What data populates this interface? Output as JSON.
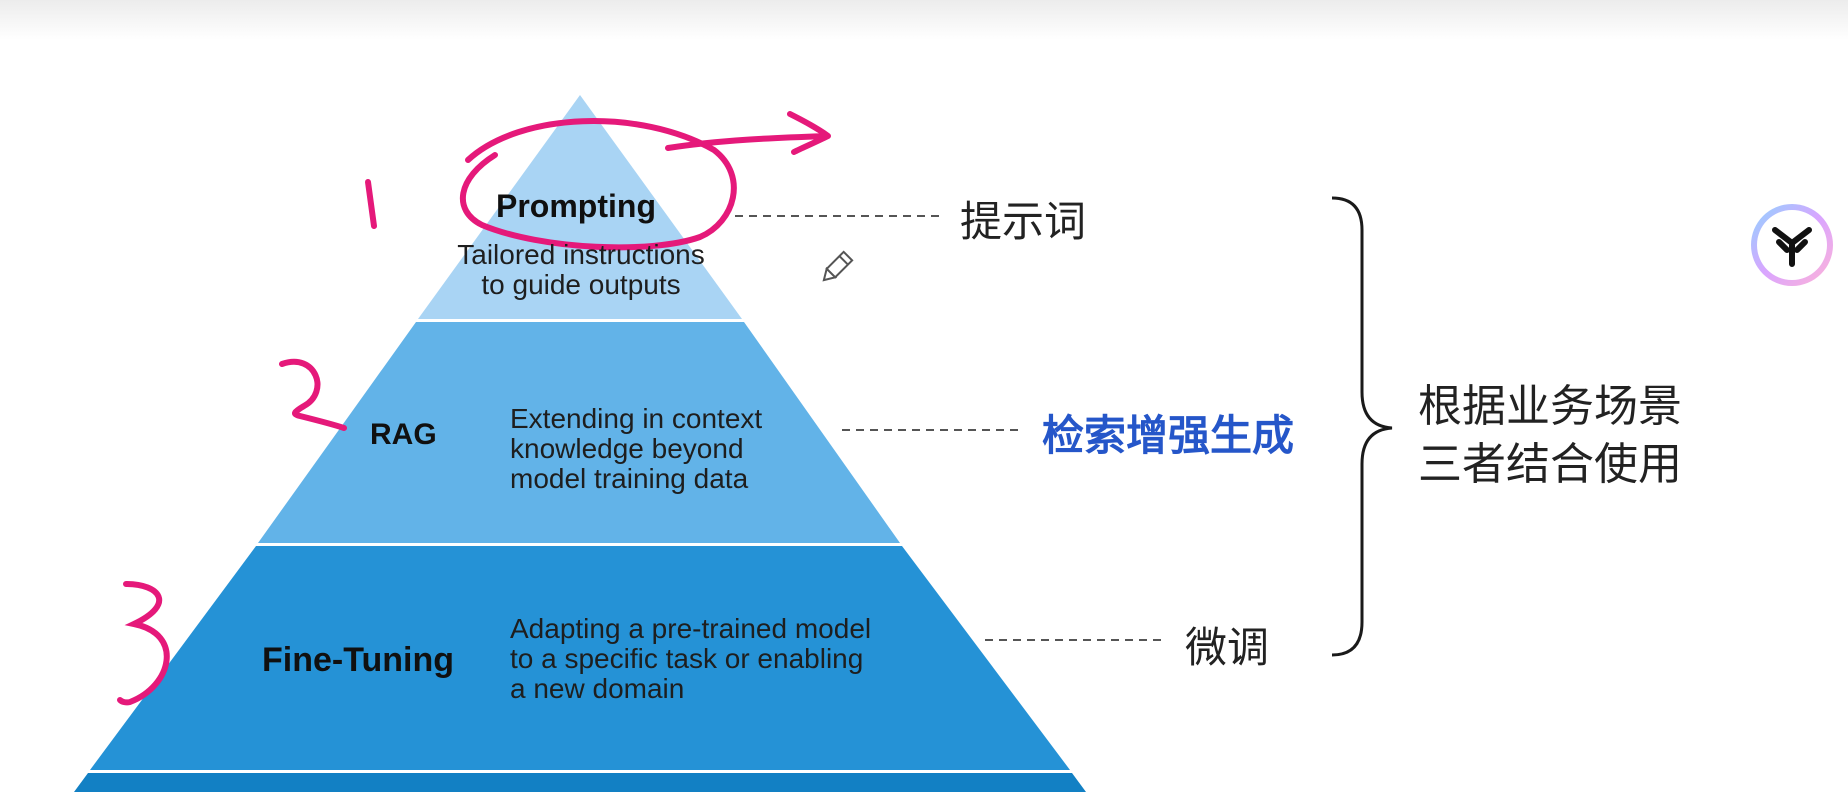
{
  "pyramid": {
    "layers": [
      {
        "title": "Prompting",
        "desc": [
          "Tailored instructions",
          "to guide outputs"
        ],
        "color": "#a9d4f4",
        "cn_label": "提示词"
      },
      {
        "title": "RAG",
        "desc": [
          "Extending in context",
          "knowledge beyond",
          "model training data"
        ],
        "color": "#62b3e8",
        "cn_label": "检索增强生成"
      },
      {
        "title": "Fine-Tuning",
        "desc": [
          "Adapting a pre-trained model",
          "to a specific task or enabling",
          "a new domain"
        ],
        "color": "#2592d6",
        "cn_label": "微调"
      }
    ],
    "base_color": "#1280c4"
  },
  "annotations": {
    "numbers": [
      "1",
      "2",
      "3"
    ],
    "ink_color": "#e5197a"
  },
  "summary": {
    "lines": [
      "根据业务场景",
      "三者结合使用"
    ]
  },
  "colors": {
    "highlight_label": "#2556c9",
    "connector": "#555555"
  },
  "icons": {
    "pencil": "pencil-cursor-icon",
    "logo": "app-logo-icon"
  }
}
